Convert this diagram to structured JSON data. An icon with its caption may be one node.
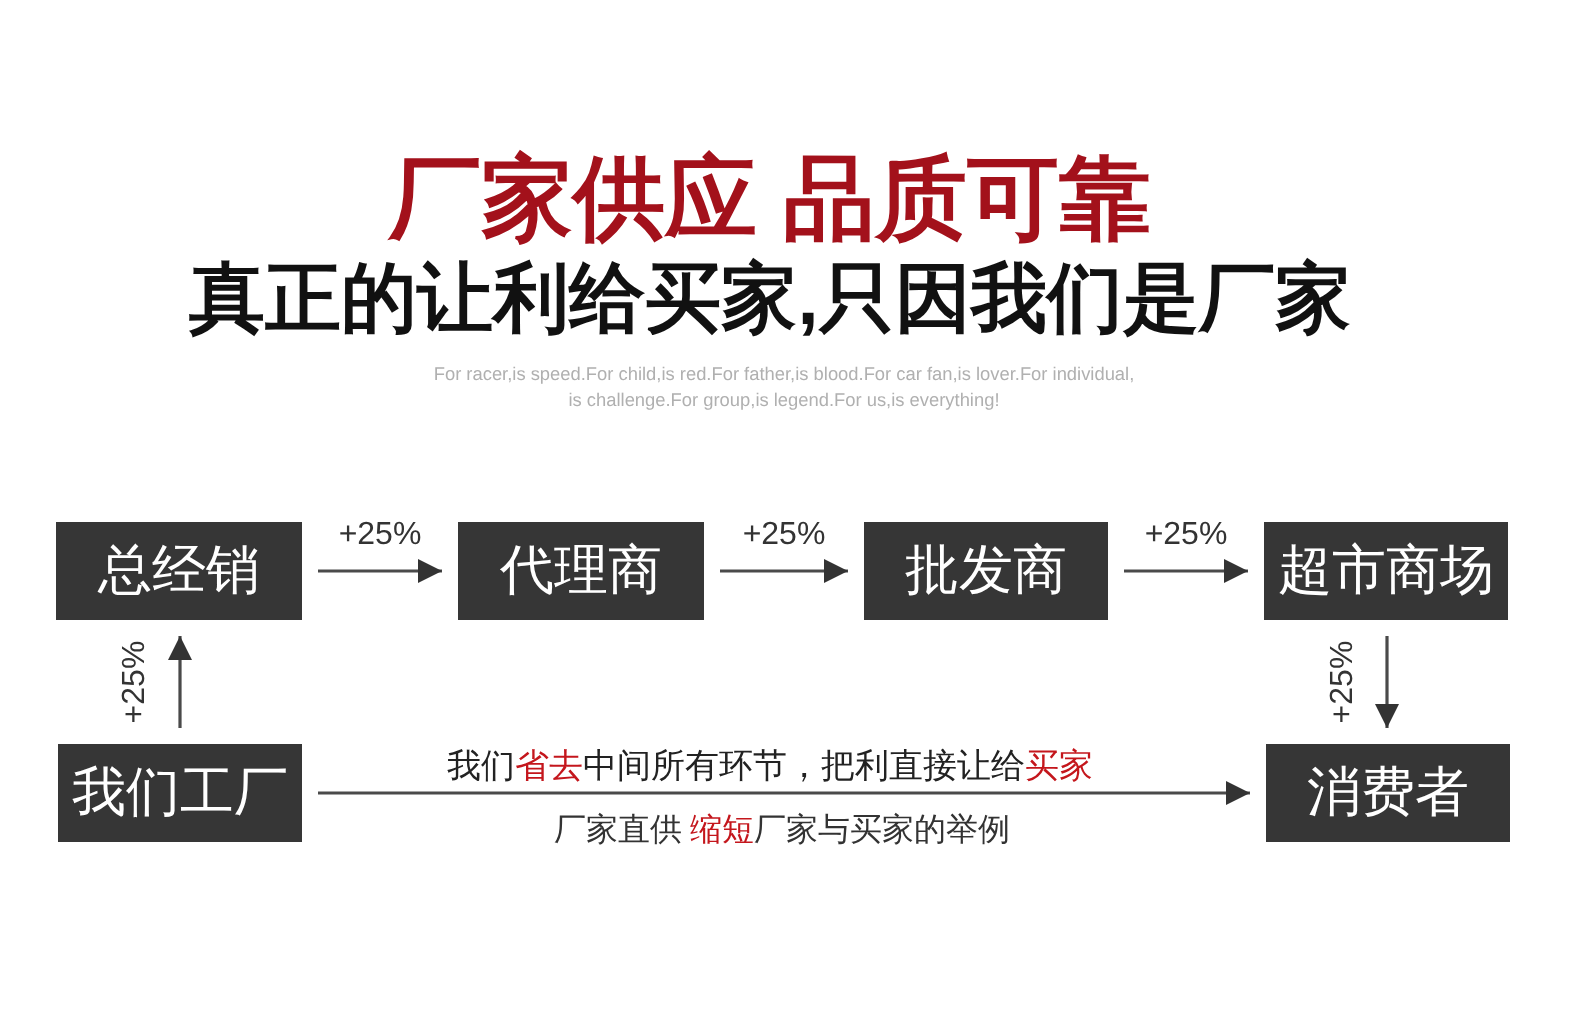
{
  "diagram": {
    "title": "厂家供应 品质可靠",
    "nodes": [
      {
        "text": [
          "总经销"
        ]
      },
      {
        "text": [
          "代理商"
        ]
      },
      {
        "text": [
          "批发商"
        ]
      },
      {
        "text": [
          "超市商场"
        ]
      },
      {
        "text": [
          "我们工厂"
        ]
      },
      {
        "text": [
          "消费者"
        ]
      }
    ],
    "edges": [
      {
        "from": 0,
        "to": 1,
        "arrow": "to",
        "label": "+25%"
      },
      {
        "from": 1,
        "to": 2,
        "arrow": "to",
        "label": "+25%"
      },
      {
        "from": 2,
        "to": 3,
        "arrow": "to",
        "label": "+25%"
      },
      {
        "from": 4,
        "to": 0,
        "arrow": "to",
        "label": "+25%"
      },
      {
        "from": 3,
        "to": 5,
        "arrow": "to",
        "label": "+25%"
      },
      {
        "from": 4,
        "to": 5,
        "arrow": "to",
        "label": "我们**省去**中间所有环节，把利直接让给**买家**"
      }
    ],
    "labels": [
      "真正的让利给买家,只因我们是厂家",
      "For racer,is speed.For child,is red.For father,is blood.For car fan,is lover.For individual, is challenge.For group,is legend.For us,is everything!",
      "厂家直供 **缩短**厂家与买家的举例"
    ]
  }
}
